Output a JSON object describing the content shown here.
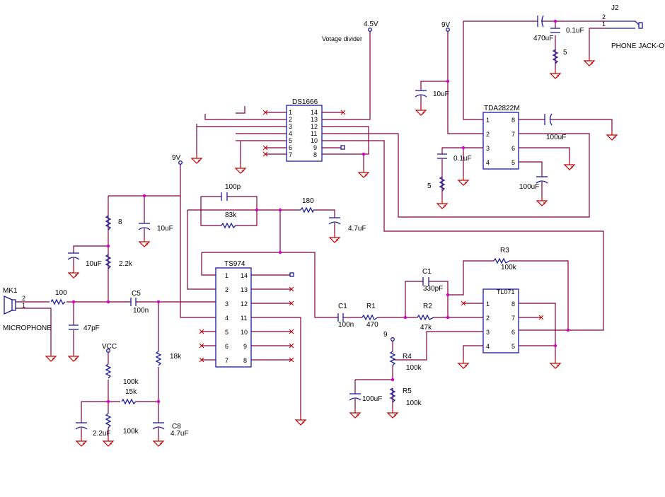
{
  "labels": {
    "v45": "4.5V",
    "divider": "Votage divider",
    "ds1666": "DS1666",
    "v9_top": "9V",
    "v9_left": "9V",
    "v9_mid": "9",
    "vcc": "VCC",
    "j2": "J2",
    "phone_jack": "PHONE JACK-O",
    "tda": "TDA2822M",
    "ts974": "TS974",
    "tl071": "TL071",
    "mk1": "MK1",
    "microphone": "MICROPHONE",
    "c1a": "C1",
    "c1b": "C1",
    "c5": "C5",
    "c8": "C8",
    "r1": "R1",
    "r2": "R2",
    "r3": "R3",
    "r4": "R4",
    "r5": "R5"
  },
  "values": {
    "c470": "470uF",
    "c01_top": "0.1uF",
    "r5_top": "5",
    "c10_top": "10uF",
    "c100_tda": "100uF",
    "c01_tda": "0.1uF",
    "r5_tda": "5",
    "c100_tda2": "100uF",
    "c100p": "100p",
    "r180": "180",
    "r83k": "83k",
    "c47u": "4.7uF",
    "r8": "8",
    "c10_left": "10uF",
    "c10_l2": "10uF",
    "r22k": "2.2k",
    "r100": "100",
    "c100n_c5": "100n",
    "c47p": "47pF",
    "r18k": "18k",
    "r100k_vcc": "100k",
    "r15k": "15k",
    "c22u": "2.2uF",
    "r100k_b": "100k",
    "c8_val": "4.7uF",
    "c100n_c1": "100n",
    "r470": "470",
    "c330p": "330pF",
    "r47k": "47k",
    "r100k_r3": "100k",
    "r100k_r4": "100k",
    "r100k_r5": "100k",
    "c100u_l": "100uF"
  },
  "pins": {
    "ds_left": [
      "1",
      "2",
      "3",
      "4",
      "5",
      "6",
      "7"
    ],
    "ds_right": [
      "14",
      "13",
      "12",
      "11",
      "10",
      "9",
      "8"
    ],
    "tda_left": [
      "1",
      "2",
      "3",
      "4"
    ],
    "tda_right": [
      "8",
      "7",
      "6",
      "5"
    ],
    "ts_left": [
      "1",
      "2",
      "3",
      "4",
      "5",
      "6",
      "7"
    ],
    "ts_right": [
      "14",
      "13",
      "12",
      "11",
      "10",
      "9",
      "8"
    ],
    "tl_left": [
      "1",
      "2",
      "3",
      "4"
    ],
    "tl_right": [
      "8",
      "7",
      "6",
      "5"
    ],
    "mk": [
      "2",
      "1"
    ],
    "j2": [
      "2",
      "1"
    ]
  }
}
